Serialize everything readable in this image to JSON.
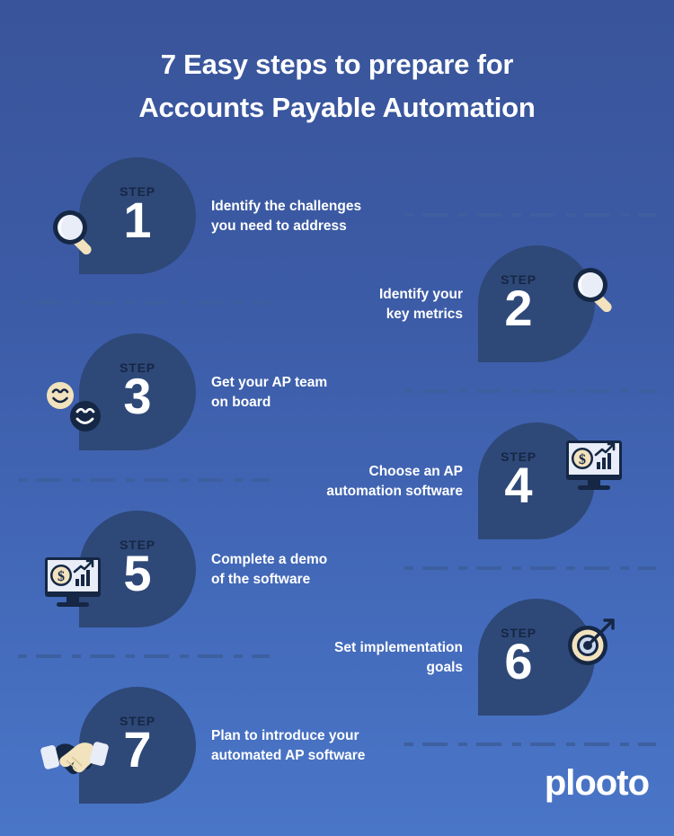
{
  "title": {
    "line1": "7 Easy steps to prepare for",
    "line2": "Accounts Payable Automation"
  },
  "step_word": "STEP",
  "logo": "plooto",
  "colors": {
    "bg_top": "#39549a",
    "bg_bottom": "#4a76c8",
    "bubble": "#2e4878",
    "step_word": "#162744",
    "number": "#ffffff",
    "caption": "#ffffff",
    "rule": "#3d5f9f",
    "icon_cream": "#f2e2bd",
    "icon_navy": "#152744",
    "icon_light": "#e8edf7"
  },
  "steps": [
    {
      "number": "1",
      "caption_line1": "Identify the challenges",
      "caption_line2": "you need to address",
      "side": "left",
      "icon": "magnifier-icon"
    },
    {
      "number": "2",
      "caption_line1": "Identify your",
      "caption_line2": "key metrics",
      "side": "right",
      "icon": "magnifier-icon"
    },
    {
      "number": "3",
      "caption_line1": "Get your AP team",
      "caption_line2": "on board",
      "side": "left",
      "icon": "smiley-faces-icon"
    },
    {
      "number": "4",
      "caption_line1": "Choose an AP",
      "caption_line2": "automation software",
      "side": "right",
      "icon": "monitor-chart-icon"
    },
    {
      "number": "5",
      "caption_line1": "Complete a demo",
      "caption_line2": "of the software",
      "side": "left",
      "icon": "monitor-chart-icon"
    },
    {
      "number": "6",
      "caption_line1": "Set implementation",
      "caption_line2": "goals",
      "side": "right",
      "icon": "target-arrow-icon"
    },
    {
      "number": "7",
      "caption_line1": "Plan to introduce your",
      "caption_line2": "automated AP software",
      "side": "left",
      "icon": "handshake-icon"
    }
  ]
}
